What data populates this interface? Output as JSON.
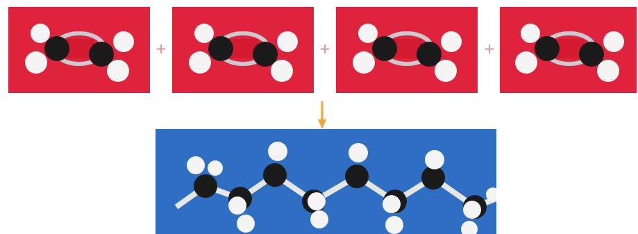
{
  "monomers": [
    {
      "id": "monomer-1"
    },
    {
      "id": "monomer-2"
    },
    {
      "id": "monomer-3"
    },
    {
      "id": "monomer-4"
    }
  ],
  "operators": {
    "plus": "+"
  },
  "colors": {
    "monomer_background": "#e0233c",
    "polymer_background": "#2f6fc3",
    "arrow": "#f2a53a",
    "carbon": "#1a1a1a",
    "hydrogen": "#f4f4f4",
    "double_bond": "#c9cbd0"
  },
  "icons": {
    "reaction_arrow": "arrow-down-icon"
  }
}
